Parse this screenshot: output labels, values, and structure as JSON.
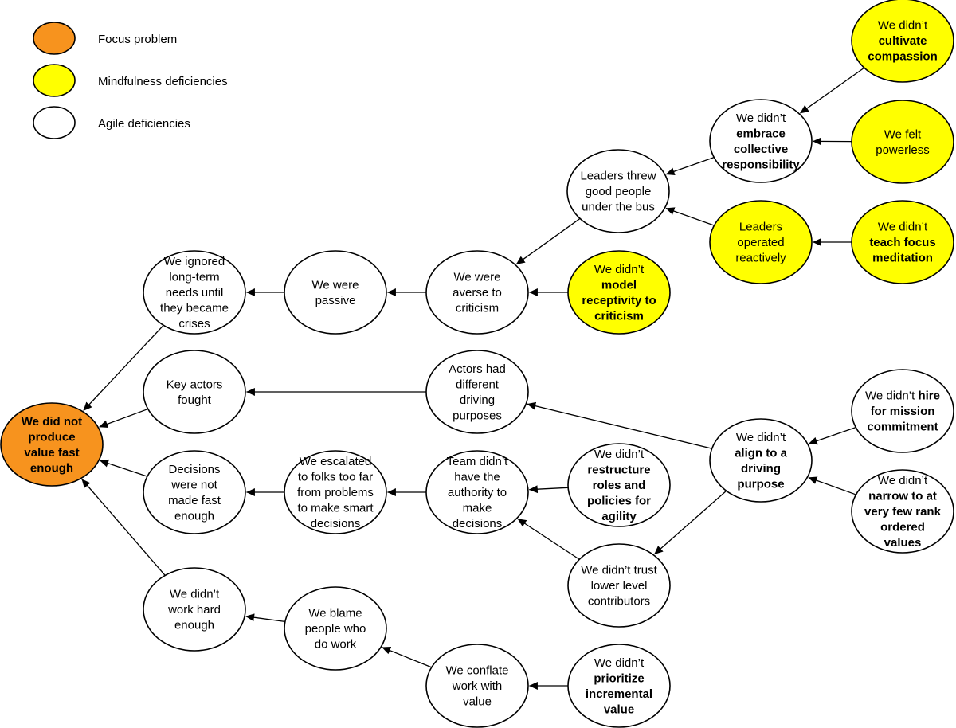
{
  "legend": {
    "items": [
      {
        "label": "Focus problem",
        "color": "#f7931e"
      },
      {
        "label": "Mindfulness deficiencies",
        "color": "#ffff00"
      },
      {
        "label": "Agile deficiencies",
        "color": "#ffffff"
      }
    ]
  },
  "colors": {
    "focus": "#f7931e",
    "mindfulness": "#ffff00",
    "agile": "#ffffff"
  },
  "nodes": [
    {
      "id": "n-main",
      "kind": "focus",
      "lines": [
        [
          {
            "t": "We did not",
            "b": true
          }
        ],
        [
          {
            "t": "produce",
            "b": true
          }
        ],
        [
          {
            "t": "value fast",
            "b": true
          }
        ],
        [
          {
            "t": "enough",
            "b": true
          }
        ]
      ]
    },
    {
      "id": "n-ignored",
      "kind": "agile",
      "lines": [
        [
          {
            "t": "We ignored"
          }
        ],
        [
          {
            "t": "long-term"
          }
        ],
        [
          {
            "t": "needs until"
          }
        ],
        [
          {
            "t": "they became"
          }
        ],
        [
          {
            "t": "crises"
          }
        ]
      ]
    },
    {
      "id": "n-passive",
      "kind": "agile",
      "lines": [
        [
          {
            "t": "We were"
          }
        ],
        [
          {
            "t": "passive"
          }
        ]
      ]
    },
    {
      "id": "n-averse",
      "kind": "agile",
      "lines": [
        [
          {
            "t": "We were"
          }
        ],
        [
          {
            "t": "averse to"
          }
        ],
        [
          {
            "t": "criticism"
          }
        ]
      ]
    },
    {
      "id": "n-model",
      "kind": "mindfulness",
      "lines": [
        [
          {
            "t": "We didn’t"
          }
        ],
        [
          {
            "t": "model",
            "b": true
          }
        ],
        [
          {
            "t": "receptivity to",
            "b": true
          }
        ],
        [
          {
            "t": "criticism",
            "b": true
          }
        ]
      ]
    },
    {
      "id": "n-bus",
      "kind": "agile",
      "lines": [
        [
          {
            "t": "Leaders threw"
          }
        ],
        [
          {
            "t": "good people"
          }
        ],
        [
          {
            "t": "under the bus"
          }
        ]
      ]
    },
    {
      "id": "n-collective",
      "kind": "agile",
      "lines": [
        [
          {
            "t": "We didn’t"
          }
        ],
        [
          {
            "t": "embrace",
            "b": true
          }
        ],
        [
          {
            "t": "collective",
            "b": true
          }
        ],
        [
          {
            "t": "responsibility",
            "b": true
          }
        ]
      ]
    },
    {
      "id": "n-compassion",
      "kind": "mindfulness",
      "lines": [
        [
          {
            "t": "We didn’t"
          }
        ],
        [
          {
            "t": "cultivate",
            "b": true
          }
        ],
        [
          {
            "t": "compassion",
            "b": true
          }
        ]
      ]
    },
    {
      "id": "n-powerless",
      "kind": "mindfulness",
      "lines": [
        [
          {
            "t": "We felt"
          }
        ],
        [
          {
            "t": "powerless"
          }
        ]
      ]
    },
    {
      "id": "n-reactive",
      "kind": "mindfulness",
      "lines": [
        [
          {
            "t": "Leaders"
          }
        ],
        [
          {
            "t": "operated"
          }
        ],
        [
          {
            "t": "reactively"
          }
        ]
      ]
    },
    {
      "id": "n-focus-med",
      "kind": "mindfulness",
      "lines": [
        [
          {
            "t": "We didn’t"
          }
        ],
        [
          {
            "t": "teach focus",
            "b": true
          }
        ],
        [
          {
            "t": "meditation",
            "b": true
          }
        ]
      ]
    },
    {
      "id": "n-fought",
      "kind": "agile",
      "lines": [
        [
          {
            "t": "Key actors"
          }
        ],
        [
          {
            "t": "fought"
          }
        ]
      ]
    },
    {
      "id": "n-purposes",
      "kind": "agile",
      "lines": [
        [
          {
            "t": "Actors had"
          }
        ],
        [
          {
            "t": "different"
          }
        ],
        [
          {
            "t": "driving"
          }
        ],
        [
          {
            "t": "purposes"
          }
        ]
      ]
    },
    {
      "id": "n-align",
      "kind": "agile",
      "lines": [
        [
          {
            "t": "We didn’t"
          }
        ],
        [
          {
            "t": "align to a",
            "b": true
          }
        ],
        [
          {
            "t": "driving",
            "b": true
          }
        ],
        [
          {
            "t": "purpose",
            "b": true
          }
        ]
      ]
    },
    {
      "id": "n-hire",
      "kind": "agile",
      "lines": [
        [
          {
            "t": "We didn’t "
          },
          {
            "t": "hire",
            "b": true
          }
        ],
        [
          {
            "t": "for mission",
            "b": true
          }
        ],
        [
          {
            "t": "commitment",
            "b": true
          }
        ]
      ]
    },
    {
      "id": "n-narrow",
      "kind": "agile",
      "lines": [
        [
          {
            "t": "We didn’t"
          }
        ],
        [
          {
            "t": "narrow to at",
            "b": true
          }
        ],
        [
          {
            "t": "very few rank",
            "b": true
          }
        ],
        [
          {
            "t": "ordered",
            "b": true
          }
        ],
        [
          {
            "t": "values",
            "b": true
          }
        ]
      ]
    },
    {
      "id": "n-decisions",
      "kind": "agile",
      "lines": [
        [
          {
            "t": "Decisions"
          }
        ],
        [
          {
            "t": "were not"
          }
        ],
        [
          {
            "t": "made fast"
          }
        ],
        [
          {
            "t": "enough"
          }
        ]
      ]
    },
    {
      "id": "n-escalated",
      "kind": "agile",
      "lines": [
        [
          {
            "t": "We escalated"
          }
        ],
        [
          {
            "t": "to folks too far"
          }
        ],
        [
          {
            "t": "from problems"
          }
        ],
        [
          {
            "t": "to make smart"
          }
        ],
        [
          {
            "t": "decisions"
          }
        ]
      ]
    },
    {
      "id": "n-authority",
      "kind": "agile",
      "lines": [
        [
          {
            "t": "Team didn’t"
          }
        ],
        [
          {
            "t": "have the"
          }
        ],
        [
          {
            "t": "authority to"
          }
        ],
        [
          {
            "t": "make"
          }
        ],
        [
          {
            "t": "decisions"
          }
        ]
      ]
    },
    {
      "id": "n-restructure",
      "kind": "agile",
      "lines": [
        [
          {
            "t": "We didn’t"
          }
        ],
        [
          {
            "t": "restructure",
            "b": true
          }
        ],
        [
          {
            "t": "roles and",
            "b": true
          }
        ],
        [
          {
            "t": "policies for",
            "b": true
          }
        ],
        [
          {
            "t": "agility",
            "b": true
          }
        ]
      ]
    },
    {
      "id": "n-trust",
      "kind": "agile",
      "lines": [
        [
          {
            "t": "We didn’t trust"
          }
        ],
        [
          {
            "t": "lower level"
          }
        ],
        [
          {
            "t": "contributors"
          }
        ]
      ]
    },
    {
      "id": "n-hard",
      "kind": "agile",
      "lines": [
        [
          {
            "t": "We didn’t"
          }
        ],
        [
          {
            "t": "work hard"
          }
        ],
        [
          {
            "t": "enough"
          }
        ]
      ]
    },
    {
      "id": "n-blame",
      "kind": "agile",
      "lines": [
        [
          {
            "t": "We blame"
          }
        ],
        [
          {
            "t": "people who"
          }
        ],
        [
          {
            "t": "do work"
          }
        ]
      ]
    },
    {
      "id": "n-conflate",
      "kind": "agile",
      "lines": [
        [
          {
            "t": "We conflate"
          }
        ],
        [
          {
            "t": "work with"
          }
        ],
        [
          {
            "t": "value"
          }
        ]
      ]
    },
    {
      "id": "n-prioritize",
      "kind": "agile",
      "lines": [
        [
          {
            "t": "We didn’t"
          }
        ],
        [
          {
            "t": "prioritize",
            "b": true
          }
        ],
        [
          {
            "t": "incremental",
            "b": true
          }
        ],
        [
          {
            "t": "value",
            "b": true
          }
        ]
      ]
    }
  ],
  "edges": [
    {
      "from": "n-ignored",
      "to": "n-main"
    },
    {
      "from": "n-fought",
      "to": "n-main"
    },
    {
      "from": "n-decisions",
      "to": "n-main"
    },
    {
      "from": "n-hard",
      "to": "n-main"
    },
    {
      "from": "n-passive",
      "to": "n-ignored"
    },
    {
      "from": "n-averse",
      "to": "n-passive"
    },
    {
      "from": "n-model",
      "to": "n-averse"
    },
    {
      "from": "n-bus",
      "to": "n-averse"
    },
    {
      "from": "n-collective",
      "to": "n-bus"
    },
    {
      "from": "n-reactive",
      "to": "n-bus"
    },
    {
      "from": "n-compassion",
      "to": "n-collective"
    },
    {
      "from": "n-powerless",
      "to": "n-collective"
    },
    {
      "from": "n-focus-med",
      "to": "n-reactive"
    },
    {
      "from": "n-purposes",
      "to": "n-fought"
    },
    {
      "from": "n-align",
      "to": "n-purposes"
    },
    {
      "from": "n-hire",
      "to": "n-align"
    },
    {
      "from": "n-narrow",
      "to": "n-align"
    },
    {
      "from": "n-align",
      "to": "n-trust"
    },
    {
      "from": "n-escalated",
      "to": "n-decisions"
    },
    {
      "from": "n-authority",
      "to": "n-escalated"
    },
    {
      "from": "n-restructure",
      "to": "n-authority"
    },
    {
      "from": "n-trust",
      "to": "n-authority"
    },
    {
      "from": "n-blame",
      "to": "n-hard"
    },
    {
      "from": "n-conflate",
      "to": "n-blame"
    },
    {
      "from": "n-prioritize",
      "to": "n-conflate"
    }
  ]
}
